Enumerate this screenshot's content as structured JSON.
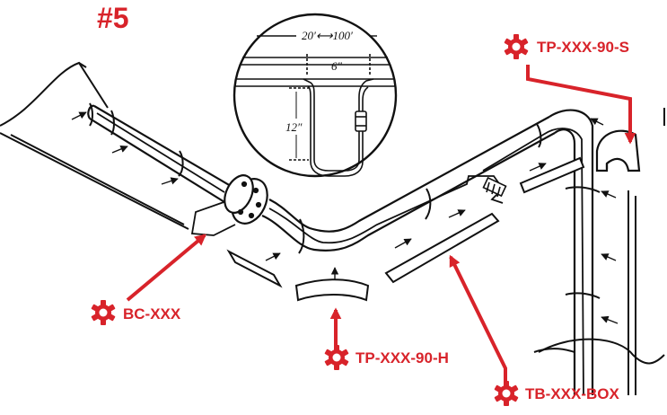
{
  "diagram": {
    "number": "#5",
    "dimensions": {
      "span": "20′⟷100′",
      "width": "6″",
      "height": "12″"
    },
    "labels": {
      "bc": "BC-XXX",
      "tp_h": "TP-XXX-90-H",
      "tb_box": "TB-XXX-BOX",
      "tp_s": "TP-XXX-90-S"
    },
    "colors": {
      "accent": "#d8232a",
      "line": "#111111"
    }
  }
}
